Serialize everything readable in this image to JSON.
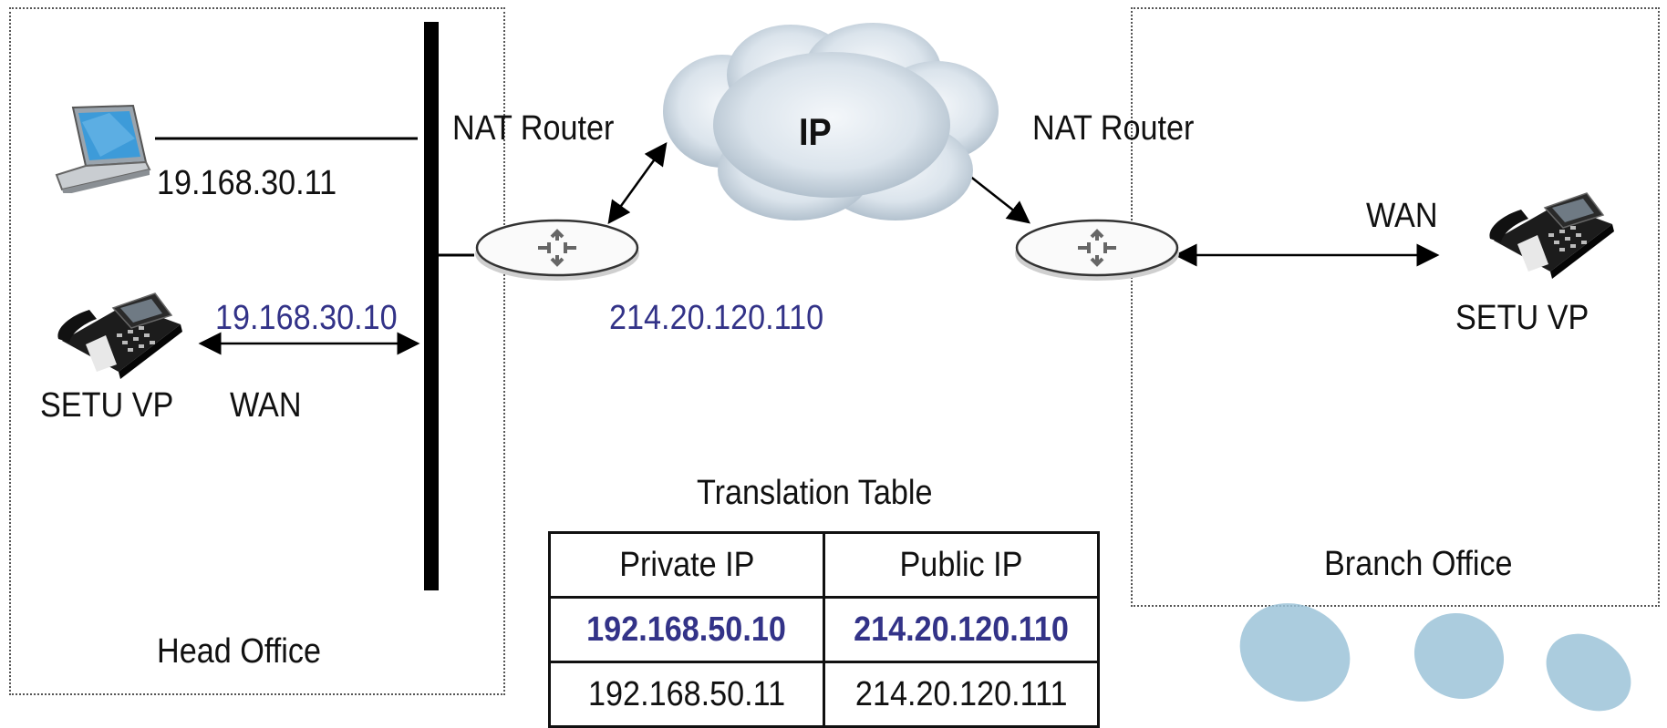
{
  "head_office": {
    "label": "Head Office",
    "laptop_ip": "19.168.30.11",
    "phone_ip": "19.168.30.10",
    "phone_label": "SETU VP",
    "wan_label": "WAN"
  },
  "cloud": {
    "label": "IP"
  },
  "left_router": {
    "label": "NAT Router",
    "public_ip": "214.20.120.110"
  },
  "right_router": {
    "label": "NAT Router"
  },
  "branch_office": {
    "label": "Branch Office",
    "wan_label": "WAN",
    "phone_label": "SETU VP"
  },
  "translation_table": {
    "title": "Translation Table",
    "headers": [
      "Private IP",
      "Public IP"
    ],
    "rows": [
      [
        "192.168.50.10",
        "214.20.120.110"
      ],
      [
        "192.168.50.11",
        "214.20.120.111"
      ]
    ]
  },
  "colors": {
    "accent_text": "#333388",
    "decor_bubbles": "#9cc3d8"
  }
}
